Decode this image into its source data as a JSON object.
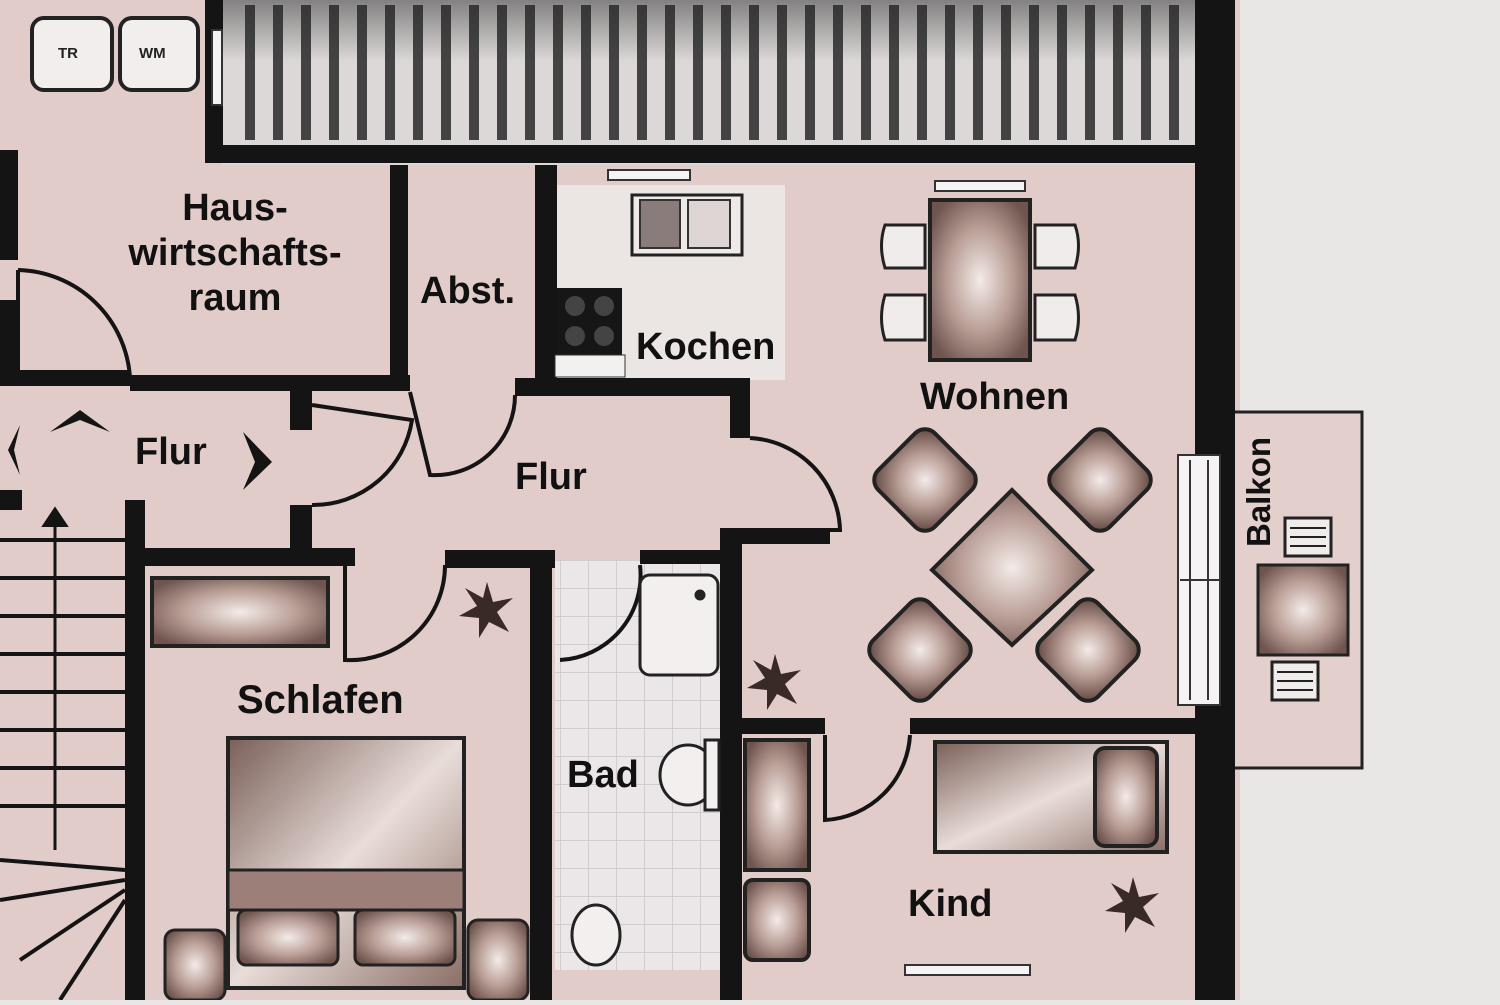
{
  "appliances": {
    "tr": "TR",
    "wm": "WM"
  },
  "rooms": {
    "hauswirtschaftsraum": {
      "line1": "Haus-",
      "line2": "wirtschafts-",
      "line3": "raum"
    },
    "abstellraum": "Abst.",
    "kochen": "Kochen",
    "wohnen": "Wohnen",
    "flur_left": "Flur",
    "flur_center": "Flur",
    "schlafen": "Schlafen",
    "bad": "Bad",
    "kind": "Kind",
    "balkon": "Balkon"
  },
  "colors": {
    "wall": "#141414",
    "floor": "#e2ccc9",
    "background": "#e9e6e6",
    "furniture": "#8a6e66",
    "furniture_light": "#e8dcd8"
  }
}
